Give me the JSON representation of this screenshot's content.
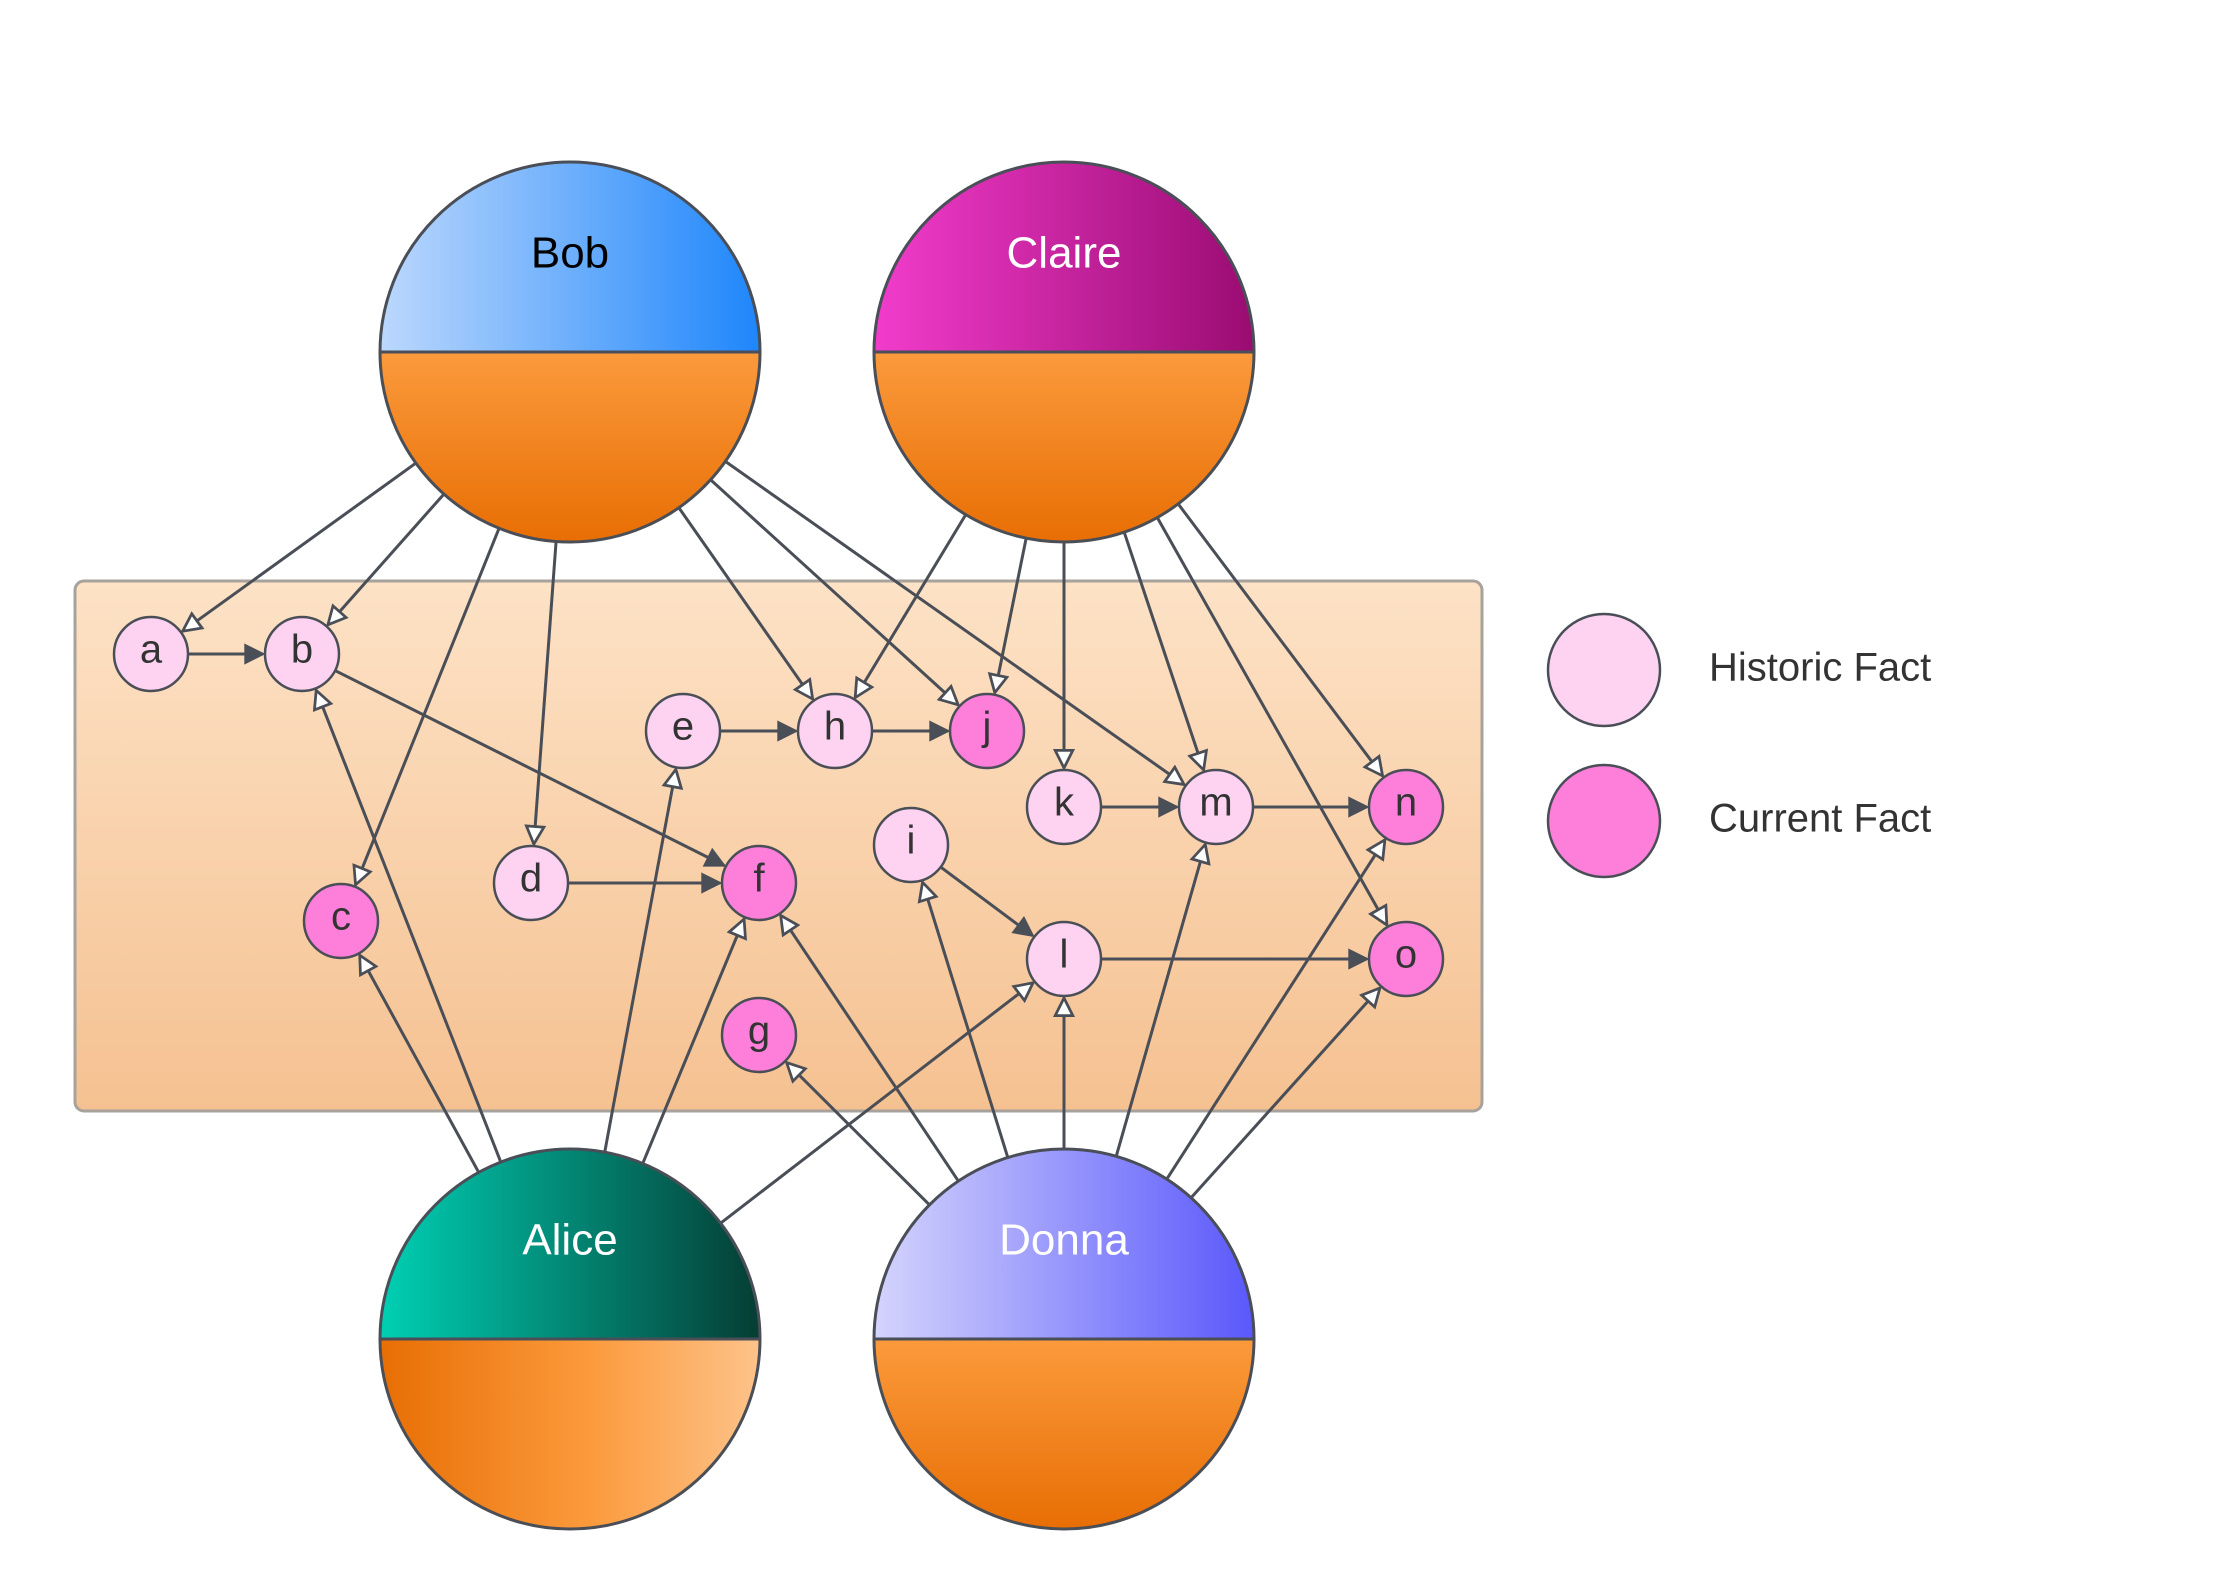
{
  "colors": {
    "historic_fact": "#fdd3f1",
    "current_fact": "#fd7fd9",
    "region_top": "#fde2c6",
    "region_bottom": "#f5c191",
    "outline": "#4a4e57",
    "bottom_half_orange_light": "#fb9a3c",
    "bottom_half_orange_dark": "#e86e04"
  },
  "agents": [
    {
      "id": "bob",
      "label": "Bob",
      "label_color": "#000000",
      "gradient": [
        "#bcd8fd",
        "#1e86fb"
      ]
    },
    {
      "id": "claire",
      "label": "Claire",
      "label_color": "#ffffff",
      "gradient": [
        "#f23ccc",
        "#9a0c72"
      ]
    },
    {
      "id": "alice",
      "label": "Alice",
      "label_color": "#ffffff",
      "gradient": [
        "#00d0b4",
        "#053d34"
      ]
    },
    {
      "id": "donna",
      "label": "Donna",
      "label_color": "#ffffff",
      "gradient": [
        "#d4d4fd",
        "#5a58fb"
      ]
    }
  ],
  "facts": [
    {
      "id": "a",
      "label": "a",
      "kind": "historic"
    },
    {
      "id": "b",
      "label": "b",
      "kind": "historic"
    },
    {
      "id": "c",
      "label": "c",
      "kind": "current"
    },
    {
      "id": "d",
      "label": "d",
      "kind": "historic"
    },
    {
      "id": "e",
      "label": "e",
      "kind": "historic"
    },
    {
      "id": "f",
      "label": "f",
      "kind": "current"
    },
    {
      "id": "g",
      "label": "g",
      "kind": "current"
    },
    {
      "id": "h",
      "label": "h",
      "kind": "historic"
    },
    {
      "id": "i",
      "label": "i",
      "kind": "historic"
    },
    {
      "id": "j",
      "label": "j",
      "kind": "current"
    },
    {
      "id": "k",
      "label": "k",
      "kind": "historic"
    },
    {
      "id": "l",
      "label": "l",
      "kind": "historic"
    },
    {
      "id": "m",
      "label": "m",
      "kind": "historic"
    },
    {
      "id": "n",
      "label": "n",
      "kind": "current"
    },
    {
      "id": "o",
      "label": "o",
      "kind": "current"
    }
  ],
  "fact_edges": [
    {
      "from": "a",
      "to": "b"
    },
    {
      "from": "b",
      "to": "f"
    },
    {
      "from": "d",
      "to": "f"
    },
    {
      "from": "e",
      "to": "h"
    },
    {
      "from": "h",
      "to": "j"
    },
    {
      "from": "k",
      "to": "m"
    },
    {
      "from": "m",
      "to": "n"
    },
    {
      "from": "i",
      "to": "l"
    },
    {
      "from": "l",
      "to": "o"
    }
  ],
  "agent_edges": [
    {
      "from": "bob",
      "to": "a"
    },
    {
      "from": "bob",
      "to": "b"
    },
    {
      "from": "bob",
      "to": "c"
    },
    {
      "from": "bob",
      "to": "d"
    },
    {
      "from": "bob",
      "to": "h"
    },
    {
      "from": "bob",
      "to": "j"
    },
    {
      "from": "bob",
      "to": "m"
    },
    {
      "from": "claire",
      "to": "h"
    },
    {
      "from": "claire",
      "to": "j"
    },
    {
      "from": "claire",
      "to": "k"
    },
    {
      "from": "claire",
      "to": "m"
    },
    {
      "from": "claire",
      "to": "n"
    },
    {
      "from": "claire",
      "to": "o"
    },
    {
      "from": "alice",
      "to": "b"
    },
    {
      "from": "alice",
      "to": "c"
    },
    {
      "from": "alice",
      "to": "e"
    },
    {
      "from": "alice",
      "to": "f"
    },
    {
      "from": "alice",
      "to": "l"
    },
    {
      "from": "donna",
      "to": "f"
    },
    {
      "from": "donna",
      "to": "g"
    },
    {
      "from": "donna",
      "to": "i"
    },
    {
      "from": "donna",
      "to": "l"
    },
    {
      "from": "donna",
      "to": "m"
    },
    {
      "from": "donna",
      "to": "n"
    },
    {
      "from": "donna",
      "to": "o"
    }
  ],
  "legend": [
    {
      "label": "Historic Fact",
      "kind": "historic"
    },
    {
      "label": "Current Fact",
      "kind": "current"
    }
  ]
}
